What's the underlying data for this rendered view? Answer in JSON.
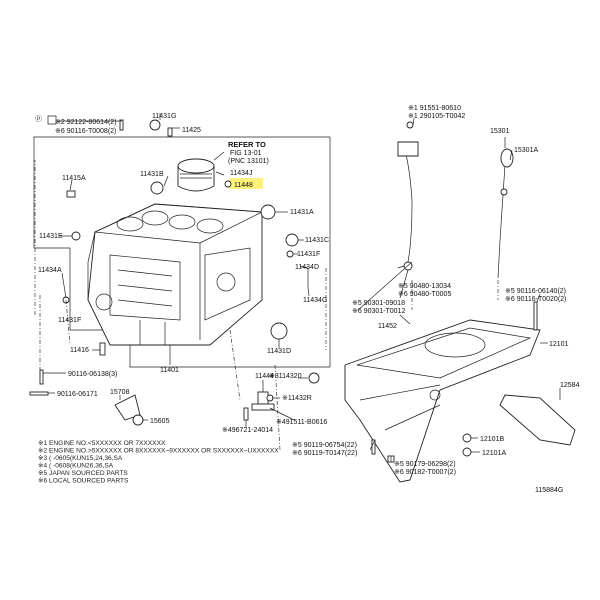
{
  "callouts": {
    "c_92122": "※2 92122-80614(2)",
    "c_90116a": "※6 90116-T0008(2)",
    "c_11431g": "11431G",
    "c_11425": "11425",
    "c_refer1": "REFER TO",
    "c_refer2": "FIG 13-01",
    "c_refer3": "(PNC 13101)",
    "c_11434j": "11434J",
    "c_11448": "11448",
    "c_11431b": "11431B",
    "c_11415a": "11415A",
    "c_11431a": "11431A",
    "c_11431e": "11431E",
    "c_11431c": "11431C",
    "c_11431f": "11431F",
    "c_11434d": "11434D",
    "c_11434a": "11434A",
    "c_11434g": "11434G",
    "c_11431f2": "11431F",
    "c_11431d": "11431D",
    "c_11416": "11416",
    "c_11401": "11401",
    "c_90116b": "90116-06138(3)",
    "c_90116c": "90116-06171",
    "c_15708": "15708",
    "c_15605": "15605",
    "c_11444": "11444",
    "c_114320": "※3114320",
    "c_11432r": "※11432R",
    "c_96721": "※496721-24014",
    "c_91511": "※491511-B0616",
    "c_91551": "※1 91551-80610",
    "c_90105": "※1 290105-T0042",
    "c_15301": "15301",
    "c_15301a": "15301A",
    "c_90480a": "※5 90480-13034",
    "c_90480b": "※6 90480-T0005",
    "c_90301a": "※5 90301-09018",
    "c_90301b": "※6 90301-T0012",
    "c_11452": "11452",
    "c_90116d": "※5 90116-06140(2)",
    "c_90116e": "※6 90116-T0020(2)",
    "c_12101": "12101",
    "c_12584": "12584",
    "c_12101b": "12101B",
    "c_12101a": "12101A",
    "c_90119a": "※5 90119-06754(22)",
    "c_90119b": "※6 90119-T0147(22)",
    "c_90179": "※5 90179-06298(2)",
    "c_90182": "※6 90182-T0007(2)"
  },
  "notes": [
    "※1 ENGINE NO.<5XXXXXX OR 7XXXXXX",
    "※2 ENGINE NO.>5XXXXXX OR 8XXXXXX~9XXXXXX OR SXXXXXX~UXXXXXX",
    "※3 (                -0605(KUN15,24,36,SA",
    "※4 (                -0608(KUN26,36,SA",
    "※5 JAPAN SOURCED PARTS",
    "※6 LOCAL SOURCED PARTS"
  ],
  "figure_id": "115884G",
  "stray_mark": "ⓟ",
  "colors": {
    "line": "#222222",
    "highlight": "#fff27a"
  }
}
